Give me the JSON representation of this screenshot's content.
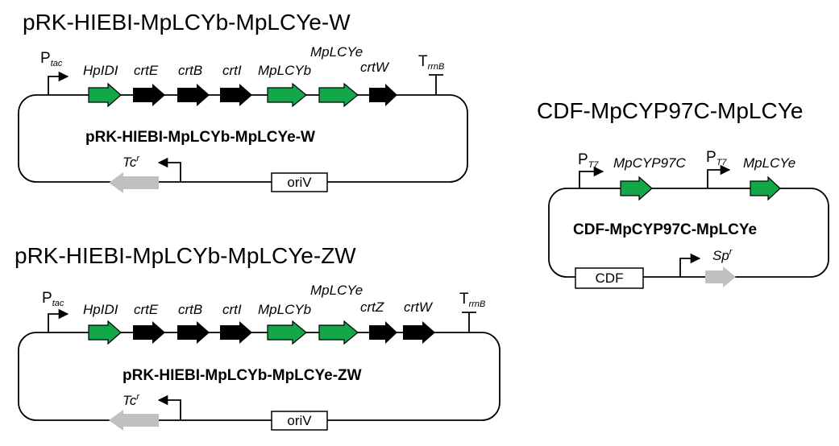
{
  "colors": {
    "green": "#12A84A",
    "black": "#000000",
    "gray": "#C0C0C0"
  },
  "plasmids": [
    {
      "title": "pRK-HIEBI-MpLCYb-MpLCYe-W",
      "inner_label": "pRK-HIEBI-MpLCYb-MpLCYe-W",
      "promoter": {
        "letter": "P",
        "sub": "tac"
      },
      "terminator": {
        "letter": "T",
        "sub": "rrnB"
      },
      "genes": [
        {
          "name": "HpIDI",
          "color": "green"
        },
        {
          "name": "crtE",
          "color": "black"
        },
        {
          "name": "crtB",
          "color": "black"
        },
        {
          "name": "crtI",
          "color": "black"
        },
        {
          "name": "MpLCYb",
          "color": "green"
        },
        {
          "name": "MpLCYe",
          "color": "green"
        },
        {
          "name": "crtW",
          "color": "black"
        }
      ],
      "marker": {
        "name": "Tc",
        "sup": "r"
      },
      "origin": "oriV"
    },
    {
      "title": "pRK-HIEBI-MpLCYb-MpLCYe-ZW",
      "inner_label": "pRK-HIEBI-MpLCYb-MpLCYe-ZW",
      "promoter": {
        "letter": "P",
        "sub": "tac"
      },
      "terminator": {
        "letter": "T",
        "sub": "rrnB"
      },
      "genes": [
        {
          "name": "HpIDI",
          "color": "green"
        },
        {
          "name": "crtE",
          "color": "black"
        },
        {
          "name": "crtB",
          "color": "black"
        },
        {
          "name": "crtI",
          "color": "black"
        },
        {
          "name": "MpLCYb",
          "color": "green"
        },
        {
          "name": "MpLCYe",
          "color": "green"
        },
        {
          "name": "crtZ",
          "color": "black"
        },
        {
          "name": "crtW",
          "color": "black"
        }
      ],
      "marker": {
        "name": "Tc",
        "sup": "r"
      },
      "origin": "oriV"
    },
    {
      "title": "CDF-MpCYP97C-MpLCYe",
      "inner_label": "CDF-MpCYP97C-MpLCYe",
      "promoters": [
        {
          "letter": "P",
          "sub": "T7"
        },
        {
          "letter": "P",
          "sub": "T7"
        }
      ],
      "genes": [
        {
          "name": "MpCYP97C",
          "color": "green"
        },
        {
          "name": "MpLCYe",
          "color": "green"
        }
      ],
      "marker": {
        "name": "Sp",
        "sup": "r"
      },
      "origin": "CDF"
    }
  ]
}
